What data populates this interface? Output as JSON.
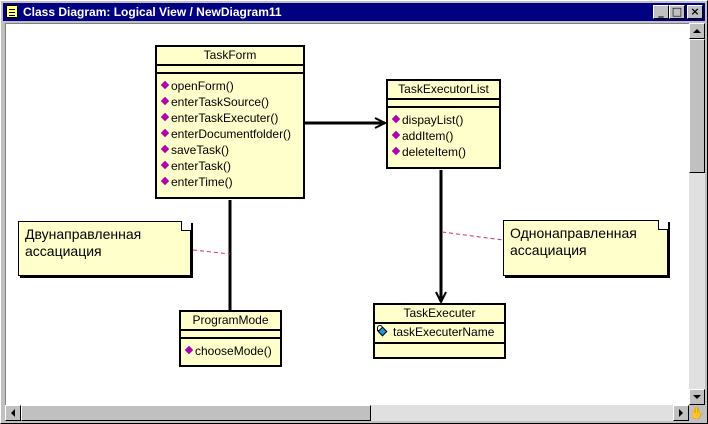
{
  "window": {
    "title": "Class Diagram: Logical View / NewDiagram11",
    "min_glyph": "_",
    "max_glyph": "□",
    "close_glyph": "×",
    "grip_glyph": "✋"
  },
  "classes": {
    "task_form": {
      "name": "TaskForm",
      "operations": [
        "openForm()",
        "enterTaskSource()",
        "enterTaskExecuter()",
        "enterDocumentfolder()",
        "saveTask()",
        "enterTask()",
        "enterTime()"
      ]
    },
    "task_executor_list": {
      "name": "TaskExecutorList",
      "operations": [
        "dispayList()",
        "addItem()",
        "deleteItem()"
      ]
    },
    "program_mode": {
      "name": "ProgramMode",
      "operations": [
        "chooseMode()"
      ]
    },
    "task_executer": {
      "name": "TaskExecuter",
      "attributes": [
        "taskExecuterName"
      ]
    }
  },
  "notes": {
    "bidirectional": [
      "Двунаправленная",
      "ассациация"
    ],
    "unidirectional": [
      "Однонаправленная",
      "ассациация"
    ]
  },
  "colors": {
    "class_fill": "#ffffcc",
    "operation_icon": "#b000b0",
    "attribute_icon": "#1c9bd6",
    "title_bar": "#000080",
    "anchor_line": "#cc3366"
  }
}
